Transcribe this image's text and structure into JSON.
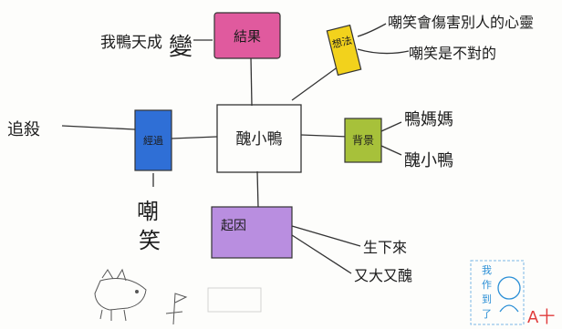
{
  "center": {
    "label": "醜小鴨"
  },
  "nodes": {
    "result": {
      "label": "結果",
      "color": "#e05a9e"
    },
    "thought": {
      "label": "想法",
      "color": "#f2d21c"
    },
    "background": {
      "label": "背景",
      "color": "#a7c13a"
    },
    "cause": {
      "label": "起因",
      "color": "#b98ee0"
    },
    "process": {
      "label": "經過",
      "color": "#2f6fd6"
    }
  },
  "leaves": {
    "result_1": "我鴨天成",
    "result_2": "變",
    "thought_1": "嘲笑會傷害別人的心靈",
    "thought_2": "嘲笑是不對的",
    "background_1": "鴨媽媽",
    "background_2": "醜小鴨",
    "cause_1": "生下來",
    "cause_2": "又大又醜",
    "process_1": "追殺",
    "process_2": "嘲",
    "process_3": "笑"
  },
  "stamp": {
    "line1": "我",
    "line2": "作",
    "line3": "到",
    "line4": "了",
    "mark": "A十"
  }
}
